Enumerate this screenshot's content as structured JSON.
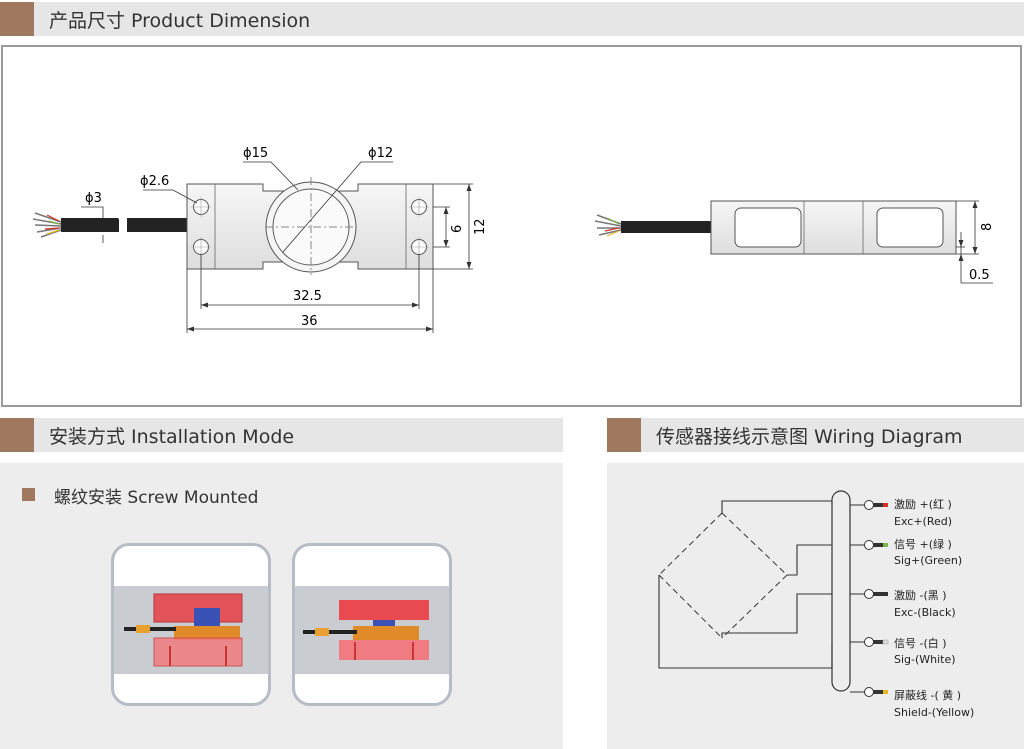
{
  "sections": {
    "dimension": "产品尺寸 Product Dimension",
    "installation": "安装方式 Installation Mode",
    "wiring": "传感器接线示意图 Wiring Diagram"
  },
  "dimension_labels": {
    "phi15": "ϕ15",
    "phi12": "ϕ12",
    "phi2_6": "ϕ2.6",
    "phi3": "ϕ3",
    "d6": "6",
    "d12": "12",
    "d32_5": "32.5",
    "d36": "36",
    "d8": "8",
    "d0_5": "0.5"
  },
  "installation": {
    "mode": "螺纹安装 Screw Mounted"
  },
  "wiring": {
    "wires": [
      {
        "cn": "激励 +(红 )",
        "en": "Exc+(Red)",
        "color": "#d9302a"
      },
      {
        "cn": "信号 +(绿 )",
        "en": "Sig+(Green)",
        "color": "#7ab648"
      },
      {
        "cn": "激励 -(黑 )",
        "en": "Exc-(Black)",
        "color": "#333333"
      },
      {
        "cn": "信号 -(白 )",
        "en": "Sig-(White)",
        "color": "#dddddd"
      },
      {
        "cn": "屏蔽线 -( 黄 )",
        "en": "Shield-(Yellow)",
        "color": "#e8b820"
      }
    ]
  }
}
